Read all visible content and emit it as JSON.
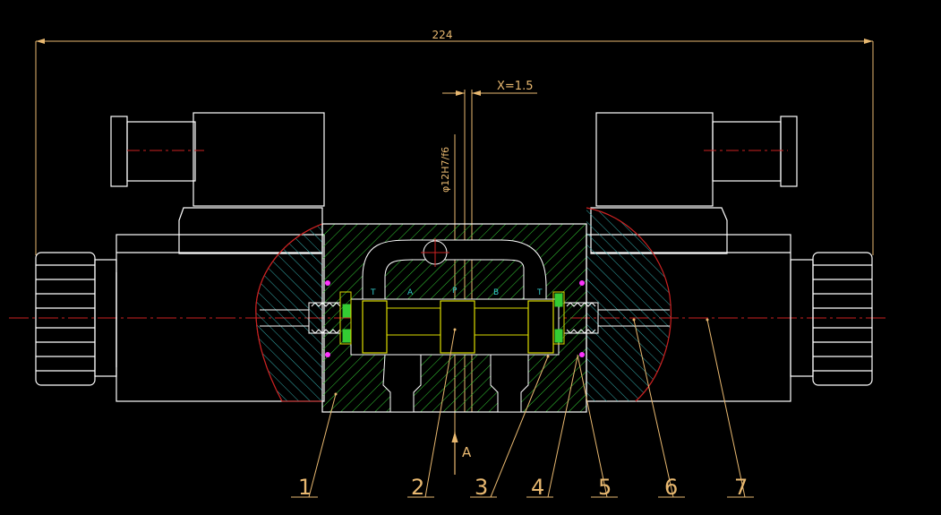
{
  "drawing": {
    "overall_length": "224",
    "spool_gap": "X=1.5",
    "fit": "φ12H7/f6",
    "view_marker": "A",
    "port_labels": [
      "T",
      "A",
      "P",
      "B",
      "T"
    ],
    "part_numbers": [
      "1",
      "2",
      "3",
      "4",
      "5",
      "6",
      "7"
    ]
  },
  "colors": {
    "background": "#000000",
    "outline": "#ffffff",
    "dimension": "#e8b870",
    "hatch_green": "#33cc33",
    "hatch_cyan": "#33aaaa",
    "centerline": "#cc2222",
    "spool": "#dddd00",
    "port_text": "#33cccc",
    "marker": "#ff33ff"
  }
}
